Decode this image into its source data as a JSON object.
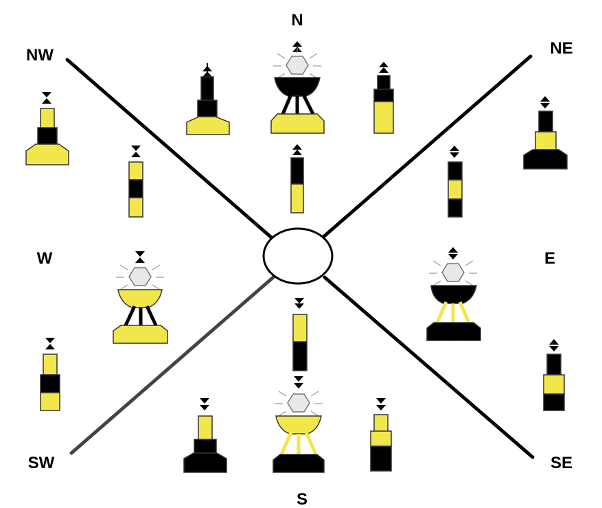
{
  "directions": {
    "n": "N",
    "ne": "NE",
    "e": "E",
    "se": "SE",
    "s": "S",
    "sw": "SW",
    "w": "W",
    "nw": "NW"
  },
  "colors": {
    "yellow": "#f2e64d",
    "black": "#000000",
    "outline": "#333333",
    "background": "#ffffff",
    "light": "#e8e8e8"
  },
  "topmarks": {
    "north": "cones-pointing-up",
    "east": "cones-base-to-base",
    "south": "cones-pointing-down",
    "west": "cones-point-to-point"
  }
}
